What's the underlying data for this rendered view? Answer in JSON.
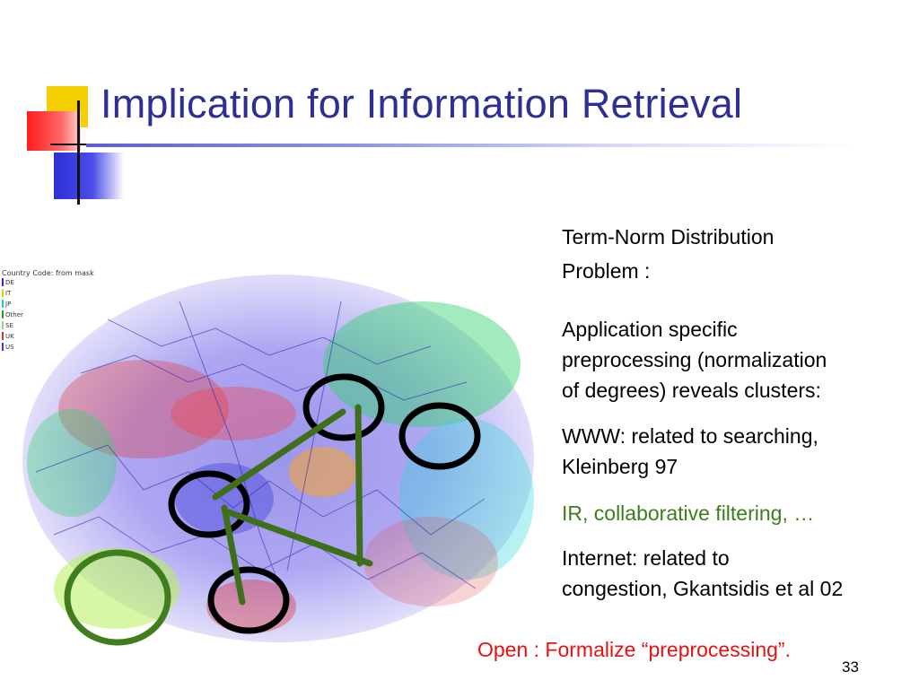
{
  "slide": {
    "title": "Implication for Information Retrieval",
    "page_number": "33"
  },
  "figure": {
    "legend_title": "Country Code: from mask",
    "legend_items": [
      {
        "label": "DE",
        "color": "#2a2ae0"
      },
      {
        "label": "IT",
        "color": "#d8d800"
      },
      {
        "label": "JP",
        "color": "#19c8c8"
      },
      {
        "label": "Other",
        "color": "#1aa61a"
      },
      {
        "label": "SE",
        "color": "#8fd08f"
      },
      {
        "label": "UK",
        "color": "#cc3333"
      },
      {
        "label": "US",
        "color": "#3a3adc"
      }
    ],
    "colors": {
      "cluster_black": "#000000",
      "connector_green": "#3f6f1a"
    }
  },
  "text": {
    "term_norm": "Term-Norm Distribution",
    "problem": "Problem :",
    "application_lines": [
      "Application specific",
      "preprocessing (normalization",
      "of degrees) reveals clusters:"
    ],
    "www_lines": [
      "WWW: related to searching,",
      "Kleinberg 97"
    ],
    "ir_line": "IR, collaborative filtering, …",
    "internet_lines": [
      "Internet: related to",
      "congestion, Gkantsidis et al 02"
    ],
    "open_line": "Open : Formalize “preprocessing”."
  },
  "colors": {
    "title": "#2d2f94",
    "ir_green": "#3c7d1d",
    "open_red": "#e51212"
  }
}
